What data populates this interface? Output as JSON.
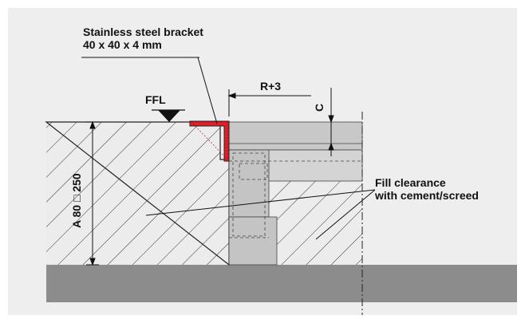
{
  "annotations": {
    "bracket_line1": "Stainless steel bracket",
    "bracket_line2": "40 x 40 x 4 mm",
    "ffl": "FFL",
    "r_dim": "R+3",
    "c_dim": "C",
    "fill_line1": "Fill clearance",
    "fill_line2": "with cement/screed",
    "a_dim_prefix": "A 80",
    "a_dim_suffix": "250",
    "a_dim_symbol": "□"
  },
  "colors": {
    "background": "#eeeeee",
    "bracket": "#e0202a",
    "concrete_slab": "#8c8c8c",
    "hatch": "#333333",
    "steel_gray": "#c8c8c8",
    "outline": "#222222"
  },
  "icons": {
    "ffl_marker": "triangle-down-icon"
  }
}
